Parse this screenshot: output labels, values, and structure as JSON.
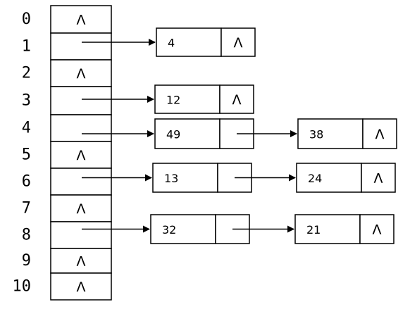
{
  "null_symbol": "Λ",
  "table": {
    "indices": [
      "0",
      "1",
      "2",
      "3",
      "4",
      "5",
      "6",
      "7",
      "8",
      "9",
      "10"
    ],
    "empty_slots": [
      0,
      2,
      5,
      7,
      9,
      10
    ]
  },
  "chains": [
    {
      "slot": 1,
      "nodes": [
        "4"
      ]
    },
    {
      "slot": 3,
      "nodes": [
        "12"
      ]
    },
    {
      "slot": 4,
      "nodes": [
        "49",
        "38"
      ]
    },
    {
      "slot": 6,
      "nodes": [
        "13",
        "24"
      ]
    },
    {
      "slot": 8,
      "nodes": [
        "32",
        "21"
      ]
    }
  ]
}
